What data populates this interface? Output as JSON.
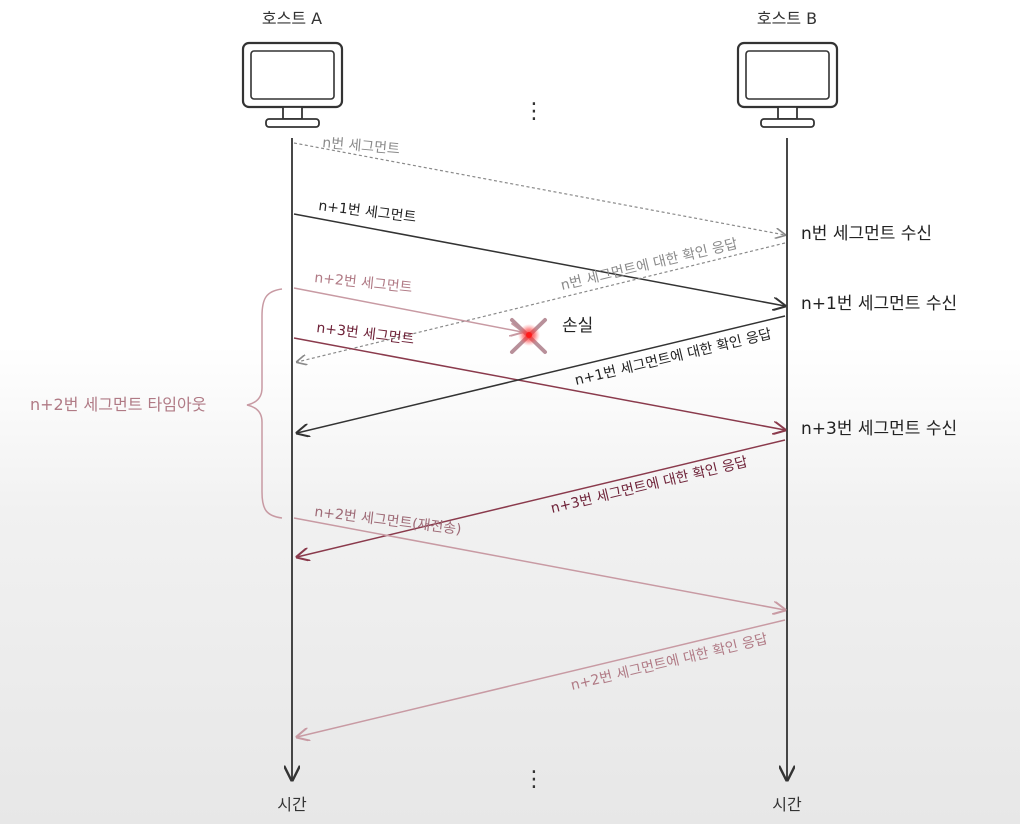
{
  "hosts": {
    "a_label": "호스트 A",
    "b_label": "호스트 B"
  },
  "time": {
    "a_label": "시간",
    "b_label": "시간"
  },
  "ellipsis": {
    "top": "⋮",
    "bottom": "⋮"
  },
  "messages": {
    "m1": "n번 세그먼트",
    "m2": "n+1번 세그먼트",
    "m3": "n+2번 세그먼트",
    "m4": "n+3번 세그먼트",
    "ack1": "n번 세그먼트에 대한 확인 응답",
    "ack2": "n+1번 세그먼트에 대한 확인 응답",
    "ack3": "n+3번 세그먼트에 대한 확인 응답",
    "retx": "n+2번 세그먼트(재전송)",
    "ack4": "n+2번 세그먼트에 대한 확인 응답"
  },
  "receive": {
    "r1": "n번 세그먼트 수신",
    "r2": "n+1번 세그먼트 수신",
    "r3": "n+3번 세그먼트 수신"
  },
  "loss": {
    "label": "손실"
  },
  "timeout": {
    "label": "n+2번 세그먼트 타임아웃"
  },
  "colors": {
    "line": "#333333",
    "gray": "#8a8a8a",
    "red": "#8a3a4c",
    "pink": "#c89aa3",
    "loss": "#d24a57"
  }
}
